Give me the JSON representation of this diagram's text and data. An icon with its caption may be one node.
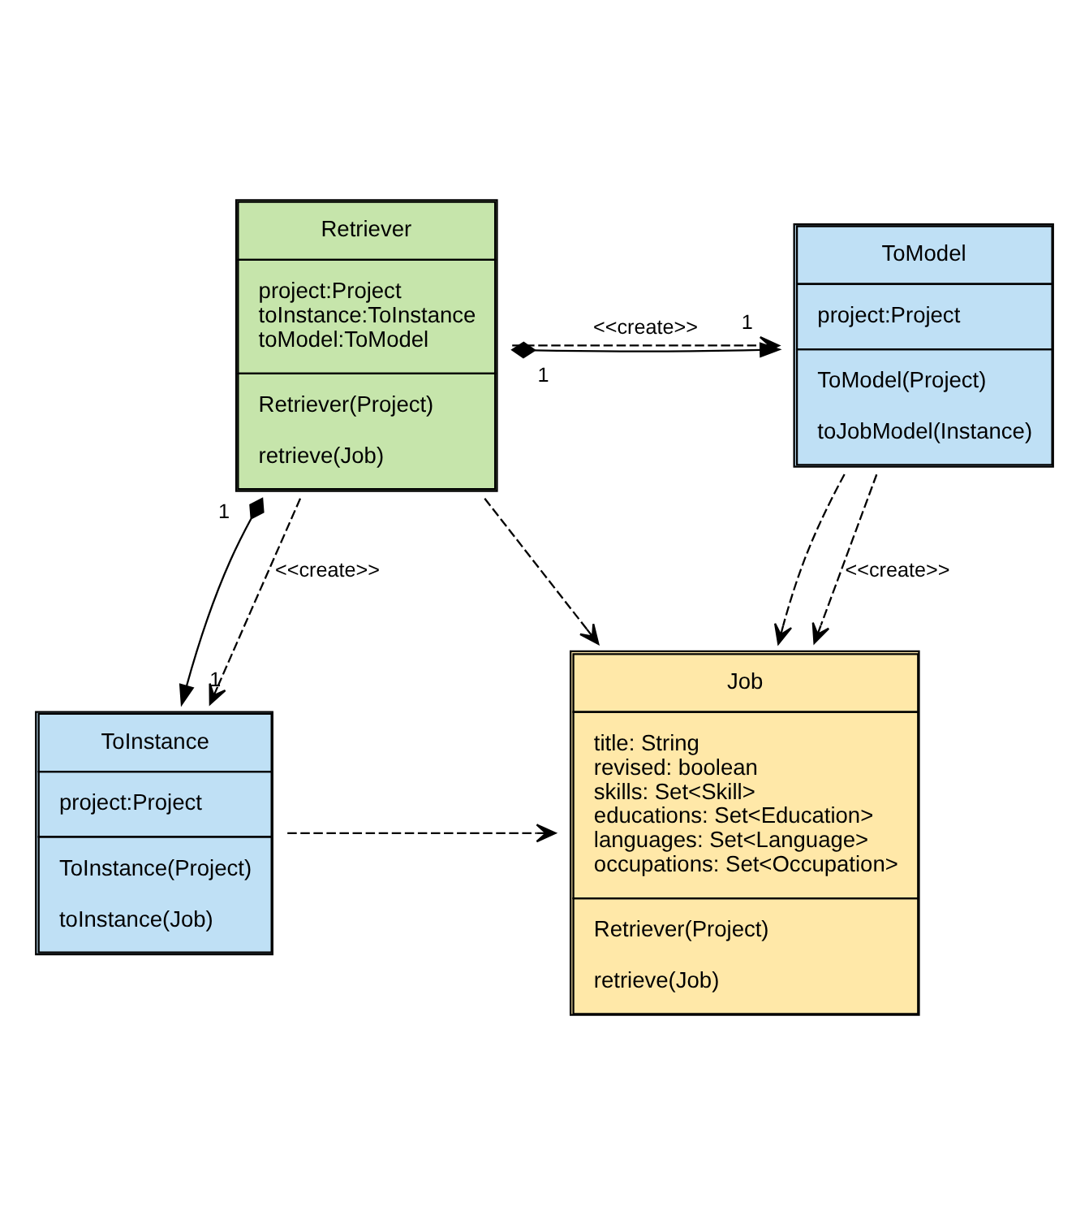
{
  "diagram": {
    "nodes": [
      {
        "text": [
          "Retriever",
          "project:Project",
          "toInstance:ToInstance",
          "toModel:ToModel",
          "Retriever(Project)",
          "retrieve(Job)"
        ]
      },
      {
        "text": [
          "ToModel",
          "project:Project",
          "ToModel(Project)",
          "toJobModel(Instance)"
        ]
      },
      {
        "text": [
          "ToInstance",
          "project:Project",
          "ToInstance(Project)",
          "toInstance(Job)"
        ]
      },
      {
        "text": [
          "Job",
          "title: String",
          "revised: boolean",
          "skills: Set<Skill>",
          "educations: Set<Education>",
          "languages: Set<Language>",
          "occupations: Set<Occupation>",
          "Retriever(Project)",
          "retrieve(Job)"
        ]
      }
    ],
    "edges": [
      {
        "from": 0,
        "to": 1,
        "arrow": "to"
      },
      {
        "from": 0,
        "to": 1,
        "arrow": "to",
        "label": "<<create>>",
        "style": "dashed"
      },
      {
        "from": 0,
        "to": 2,
        "arrow": "to"
      },
      {
        "from": 0,
        "to": 2,
        "arrow": "to",
        "label": "<<create>>",
        "style": "dashed"
      },
      {
        "from": 0,
        "to": 3,
        "arrow": "to",
        "style": "dashed"
      },
      {
        "from": 1,
        "to": 3,
        "arrow": "to",
        "style": "dashed"
      },
      {
        "from": 1,
        "to": 3,
        "arrow": "to",
        "label": "<<create>>",
        "style": "dashed"
      },
      {
        "from": 2,
        "to": 3,
        "arrow": "to",
        "style": "dashed"
      }
    ],
    "labels": [
      "1",
      "1",
      "1",
      "1"
    ]
  }
}
